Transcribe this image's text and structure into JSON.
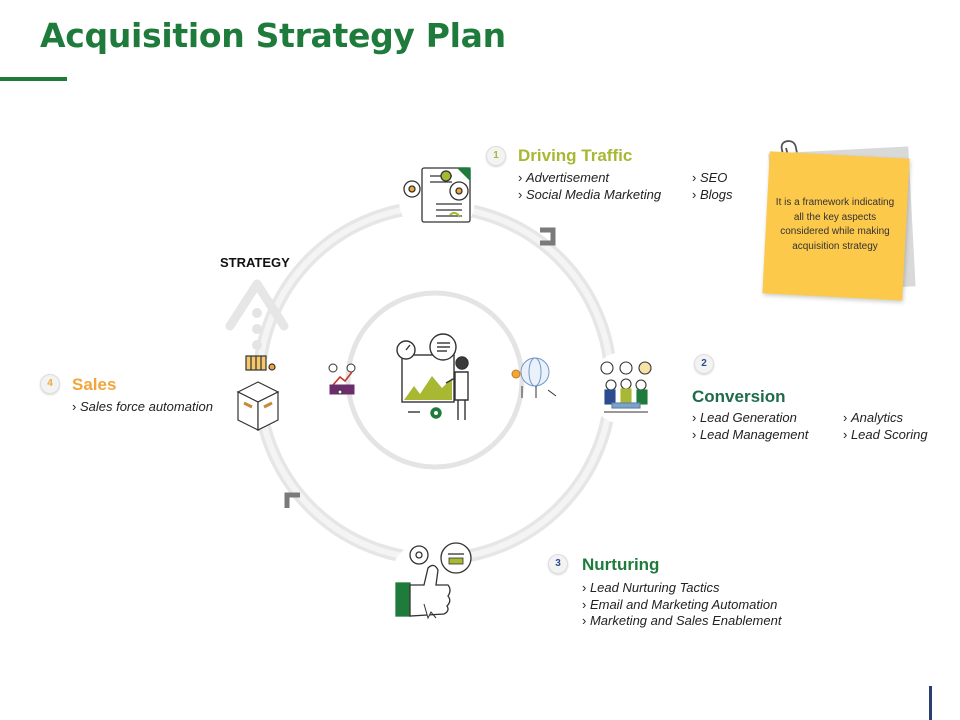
{
  "title": "Acquisition Strategy Plan",
  "strategy_label": "STRATEGY",
  "colors": {
    "brand_green": "#1e7b3c",
    "driving_traffic": "#a8b832",
    "conversion": "#1f6b4a",
    "nurturing": "#1e7b3c",
    "sales": "#f2a63a",
    "note": "#fcc94b",
    "ring": "#eeeeee"
  },
  "stages": [
    {
      "number": "1",
      "title": "Driving Traffic",
      "items_left": [
        "Advertisement",
        "Social Media Marketing"
      ],
      "items_right": [
        "SEO",
        "Blogs"
      ],
      "icon": "document-gears-icon"
    },
    {
      "number": "2",
      "title": "Conversion",
      "items_left": [
        "Lead Generation",
        "Lead Management"
      ],
      "items_right": [
        "Analytics",
        "Lead Scoring"
      ],
      "icon": "meeting-icon"
    },
    {
      "number": "3",
      "title": "Nurturing",
      "items_left": [
        "Lead Nurturing Tactics",
        "Email and Marketing Automation",
        "Marketing and Sales Enablement"
      ],
      "icon": "thumbs-up-icon"
    },
    {
      "number": "4",
      "title": "Sales",
      "items_left": [
        "Sales force automation"
      ],
      "icon": "box-icon"
    }
  ],
  "note": {
    "text": "It is a framework indicating all the key aspects considered while making acquisition strategy"
  },
  "center_icon": "presentation-icon",
  "inner_icons": [
    "analytics-people-icon",
    "globe-person-icon"
  ]
}
